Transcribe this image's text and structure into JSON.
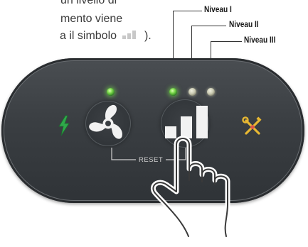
{
  "instruction_text": {
    "line1": "un livello di",
    "line2": "mento viene",
    "line3_prefix": "a il simbolo",
    "line3_suffix": ")."
  },
  "levels": {
    "level1": "Niveau I",
    "level2": "Niveau II",
    "level3": "Niveau III"
  },
  "panel": {
    "reset_label": "RESET",
    "fan_led": "on",
    "level_leds": [
      "on",
      "off",
      "off"
    ]
  },
  "icons": {
    "power": "lightning-bolt-icon",
    "fan": "fan-icon",
    "levels": "signal-bars-icon",
    "maintenance": "wrench-screwdriver-icon",
    "hand": "pointing-hand-icon"
  },
  "colors": {
    "panel": "#3a3e42",
    "led_on": "#7ad84a",
    "power_icon": "#2fa84a",
    "maintenance_icon": "#e8b832"
  }
}
